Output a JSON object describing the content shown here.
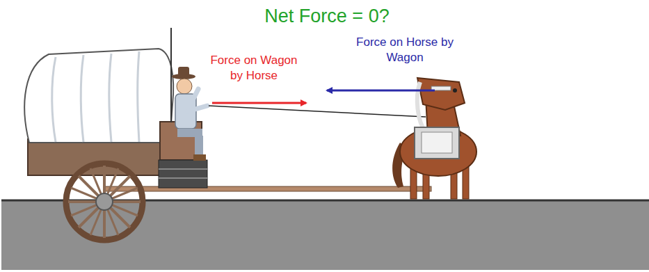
{
  "diagram": {
    "title": "Net Force = 0?",
    "labels": [
      "Force on Horse by Wagon",
      "Force on Wagon by Horse"
    ]
  }
}
